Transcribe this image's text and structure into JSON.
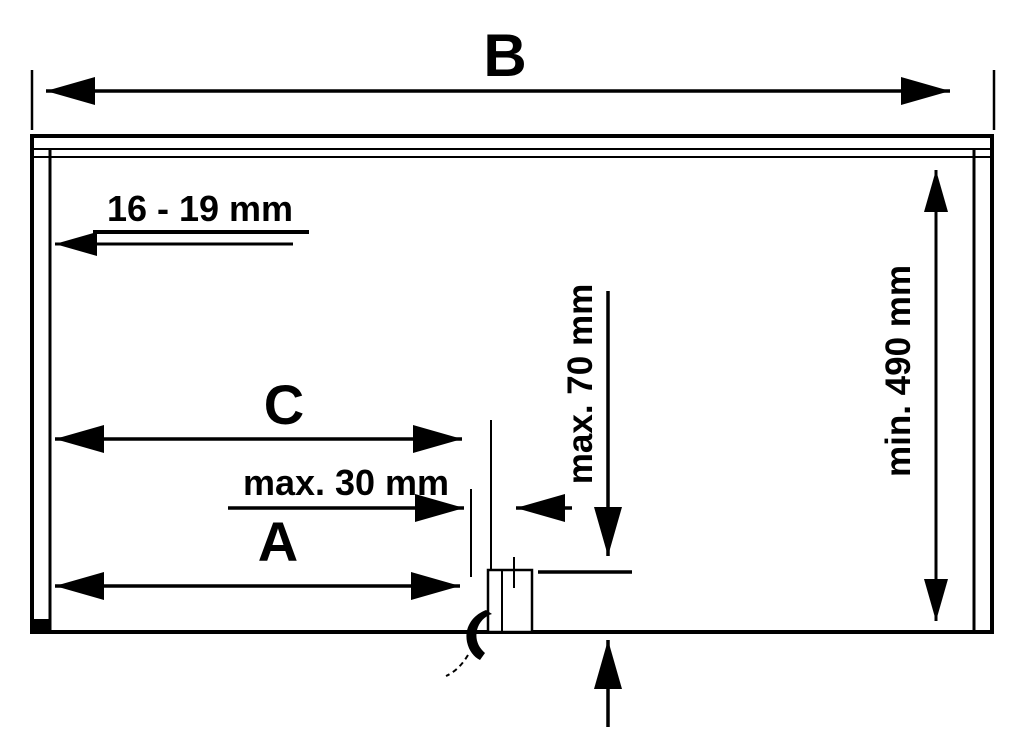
{
  "diagram": {
    "labels": {
      "overall_width": "B",
      "panel_thickness": "16 - 19 mm",
      "min_inner_height": "min. 490 mm",
      "dim_c": "C",
      "max_front_offset": "max. 30 mm",
      "dim_a": "A",
      "max_top_clearance": "max. 70 mm"
    },
    "colors": {
      "line": "#000000",
      "background": "#ffffff"
    }
  }
}
